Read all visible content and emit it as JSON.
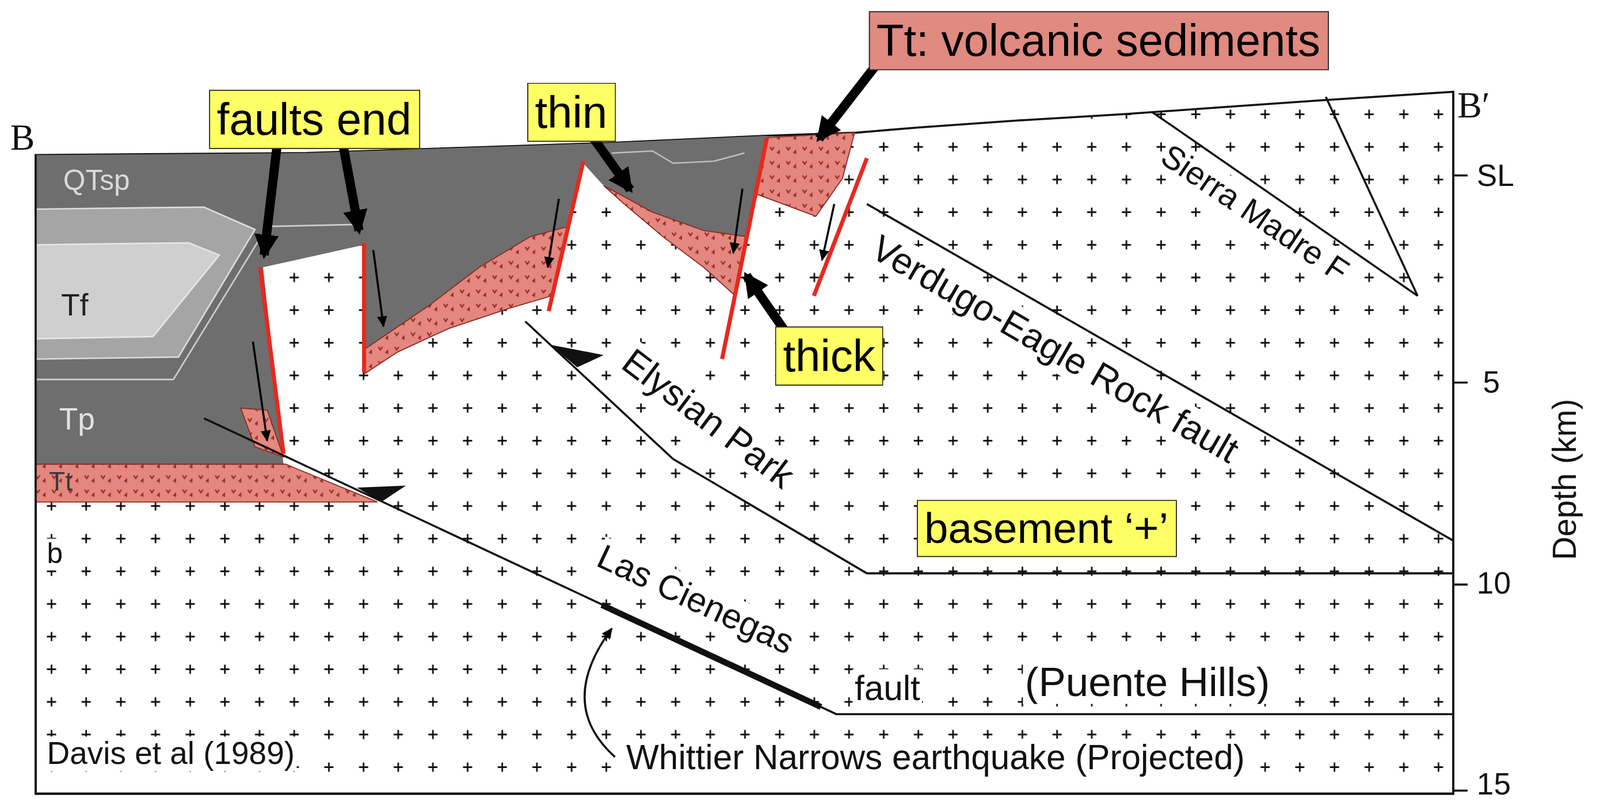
{
  "diagram": {
    "nodes": [
      {
        "text": [
          "faults end"
        ]
      },
      {
        "text": [
          "thin"
        ]
      },
      {
        "text": [
          "Tt: volcanic sediments"
        ]
      },
      {
        "text": [
          "thick"
        ]
      },
      {
        "text": [
          "basement ‘+’"
        ]
      }
    ],
    "labels": [
      "B",
      "B′",
      "QTsp",
      "Tf",
      "Tp",
      "Tt",
      "b",
      "SL",
      "5",
      "10",
      "15",
      "Depth (km)",
      "Sierra Madre F",
      "Verdugo-Eagle Rock fault",
      "Elysian Park",
      "Las Cienegas",
      "fault",
      "(Puente Hills)",
      "Davis et al (1989)",
      "Whittier Narrows earthquake (Projected)"
    ]
  }
}
